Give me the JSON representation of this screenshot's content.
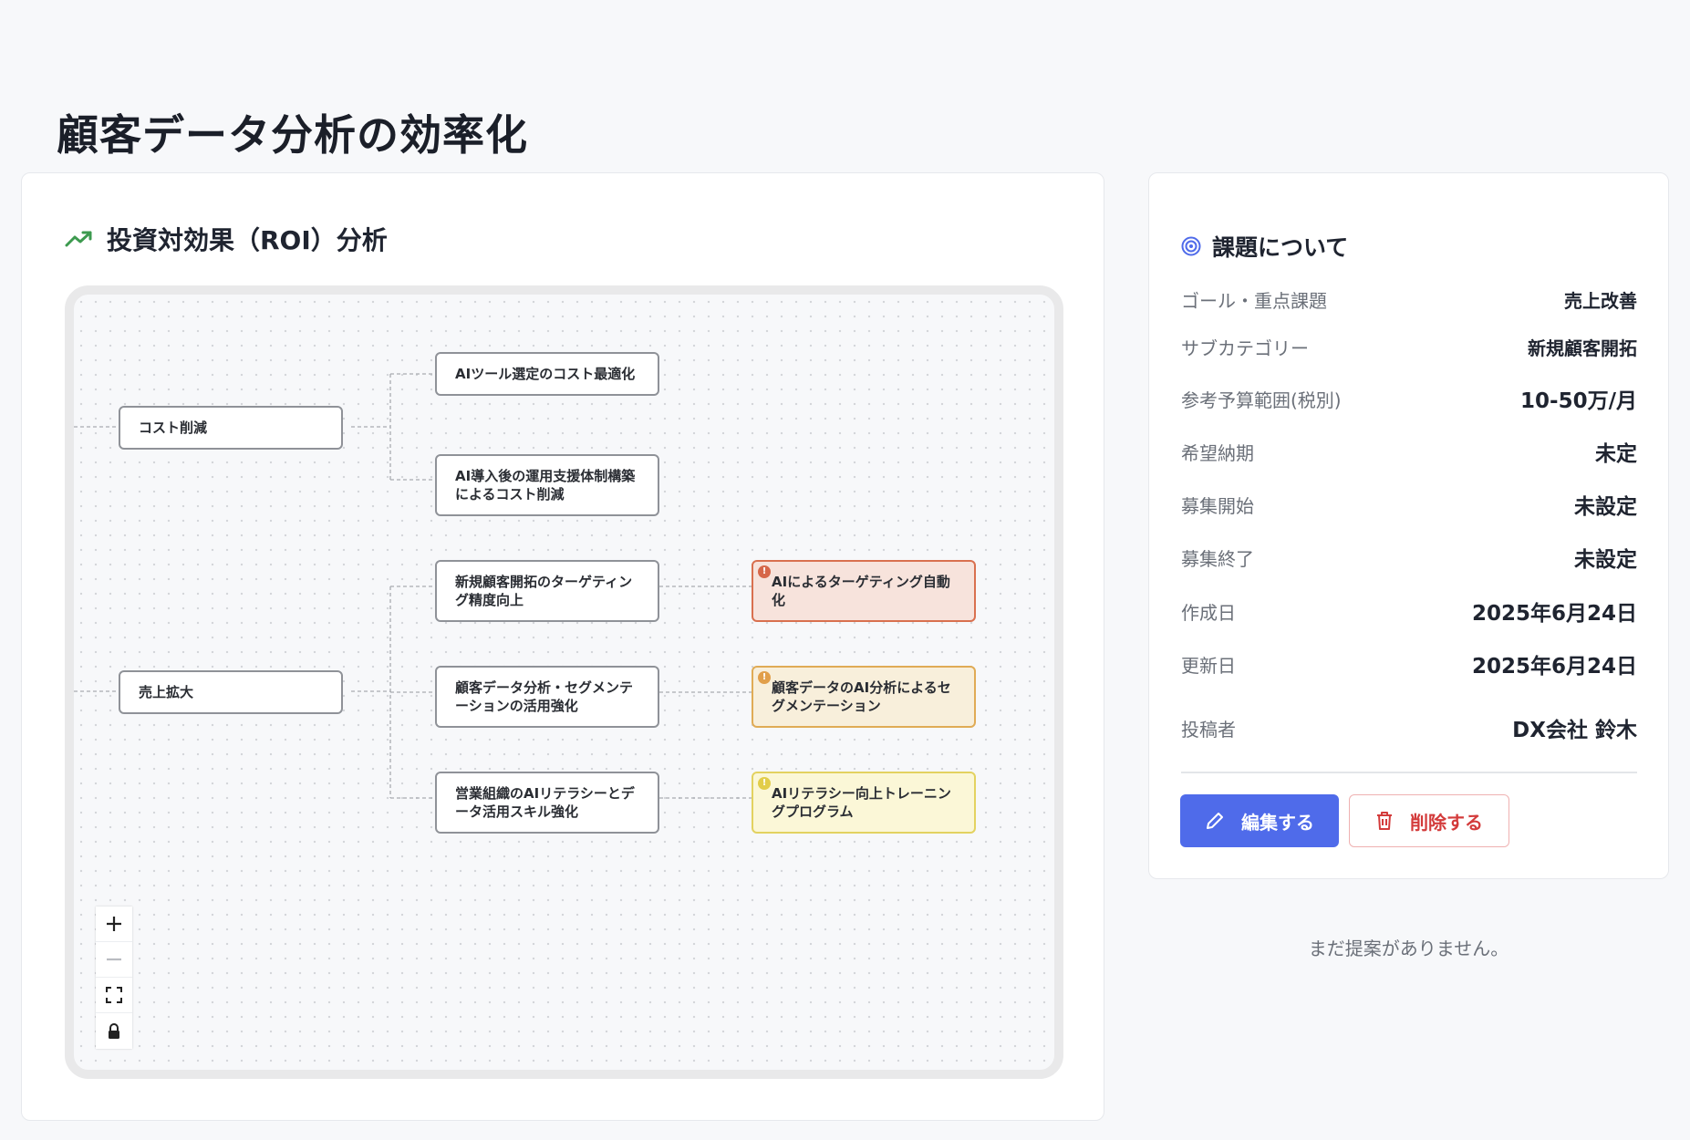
{
  "page": {
    "title": "顧客データ分析の効率化"
  },
  "roi": {
    "title": "投資対効果（ROI）分析",
    "icon": "trending-up-icon",
    "nodes": {
      "cost_reduction": "コスト削減",
      "sales_expansion": "売上拡大",
      "ai_tool_cost": "AIツール選定のコスト最適化",
      "ai_support_cost": "AI導入後の運用支援体制構築によるコスト削減",
      "targeting_precision": "新規顧客開拓のターゲティング精度向上",
      "segmentation_use": "顧客データ分析・セグメンテーションの活用強化",
      "ai_literacy_skill": "営業組織のAIリテラシーとデータ活用スキル強化",
      "ai_targeting_auto": "AIによるターゲティング自動化",
      "ai_segmentation": "顧客データのAI分析によるセグメンテーション",
      "ai_training": "AIリテラシー向上トレーニングプログラム"
    },
    "controls": {
      "zoom_in": "plus-icon",
      "zoom_out": "minus-icon",
      "fit_view": "fit-view-icon",
      "lock": "lock-icon"
    }
  },
  "issue": {
    "title": "課題について",
    "icon": "target-icon",
    "rows": [
      {
        "label": "ゴール・重点課題",
        "value": "売上改善"
      },
      {
        "label": "サブカテゴリー",
        "value": "新規顧客開拓"
      },
      {
        "label": "参考予算範囲(税別)",
        "value": "10-50万/月"
      },
      {
        "label": "希望納期",
        "value": "未定"
      },
      {
        "label": "募集開始",
        "value": "未設定"
      },
      {
        "label": "募集終了",
        "value": "未設定"
      },
      {
        "label": "作成日",
        "value": "2025年6月24日"
      },
      {
        "label": "更新日",
        "value": "2025年6月24日"
      },
      {
        "label": "投稿者",
        "value": "DX会社 鈴木"
      }
    ],
    "edit_label": "編集する",
    "delete_label": "削除する"
  },
  "proposals": {
    "empty_text": "まだ提案がありません。"
  },
  "colors": {
    "accent": "#4f6bea",
    "danger": "#d33b3b",
    "trend": "#3d9a4f",
    "node_orange": "#d9704f",
    "node_amber": "#e0ab55",
    "node_yellow": "#e3d260"
  }
}
